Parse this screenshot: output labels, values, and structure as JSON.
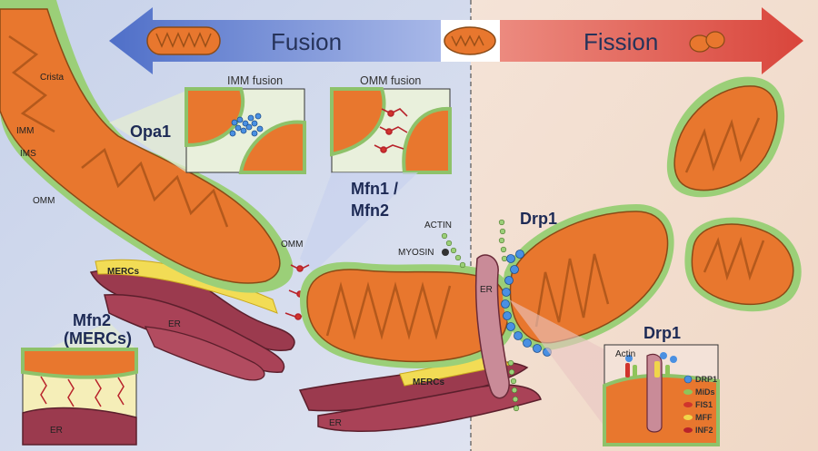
{
  "arrow": {
    "fusion": "Fusion",
    "fission": "Fission"
  },
  "labels": {
    "crista": "Crista",
    "imm": "IMM",
    "ims": "IMS",
    "omm_left": "OMM",
    "omm_mid": "OMM",
    "opa1": "Opa1",
    "imm_fusion": "IMM fusion",
    "omm_fusion": "OMM fusion",
    "mfn1": "Mfn1 /",
    "mfn2": "Mfn2",
    "actin": "ACTIN",
    "myosin": "MYOSIN",
    "drp1_main": "Drp1",
    "er_main": "ER",
    "mercs_left": "MERCs",
    "er_left": "ER",
    "mfn2_mercs_1": "Mfn2",
    "mfn2_mercs_2": "(MERCs)",
    "er_inset": "ER",
    "mercs_bottom": "MERCs",
    "er_bottom": "ER",
    "drp1_inset_title": "Drp1",
    "actin_inset": "Actin"
  },
  "legend": [
    {
      "name": "DRP1",
      "color": "#4a90e2"
    },
    {
      "name": "MiDs",
      "color": "#8fc45a"
    },
    {
      "name": "FIS1",
      "color": "#d0342c"
    },
    {
      "name": "MFF",
      "color": "#f0d64a"
    },
    {
      "name": "INF2",
      "color": "#b8232b"
    }
  ],
  "colors": {
    "fusion_arrow": "#5a7fd0",
    "fission_arrow": "#e15a50",
    "mito_fill": "#e8772e",
    "mito_outline": "#8ec26a",
    "er": "#9b3a4e",
    "mercs": "#f2dc55"
  }
}
